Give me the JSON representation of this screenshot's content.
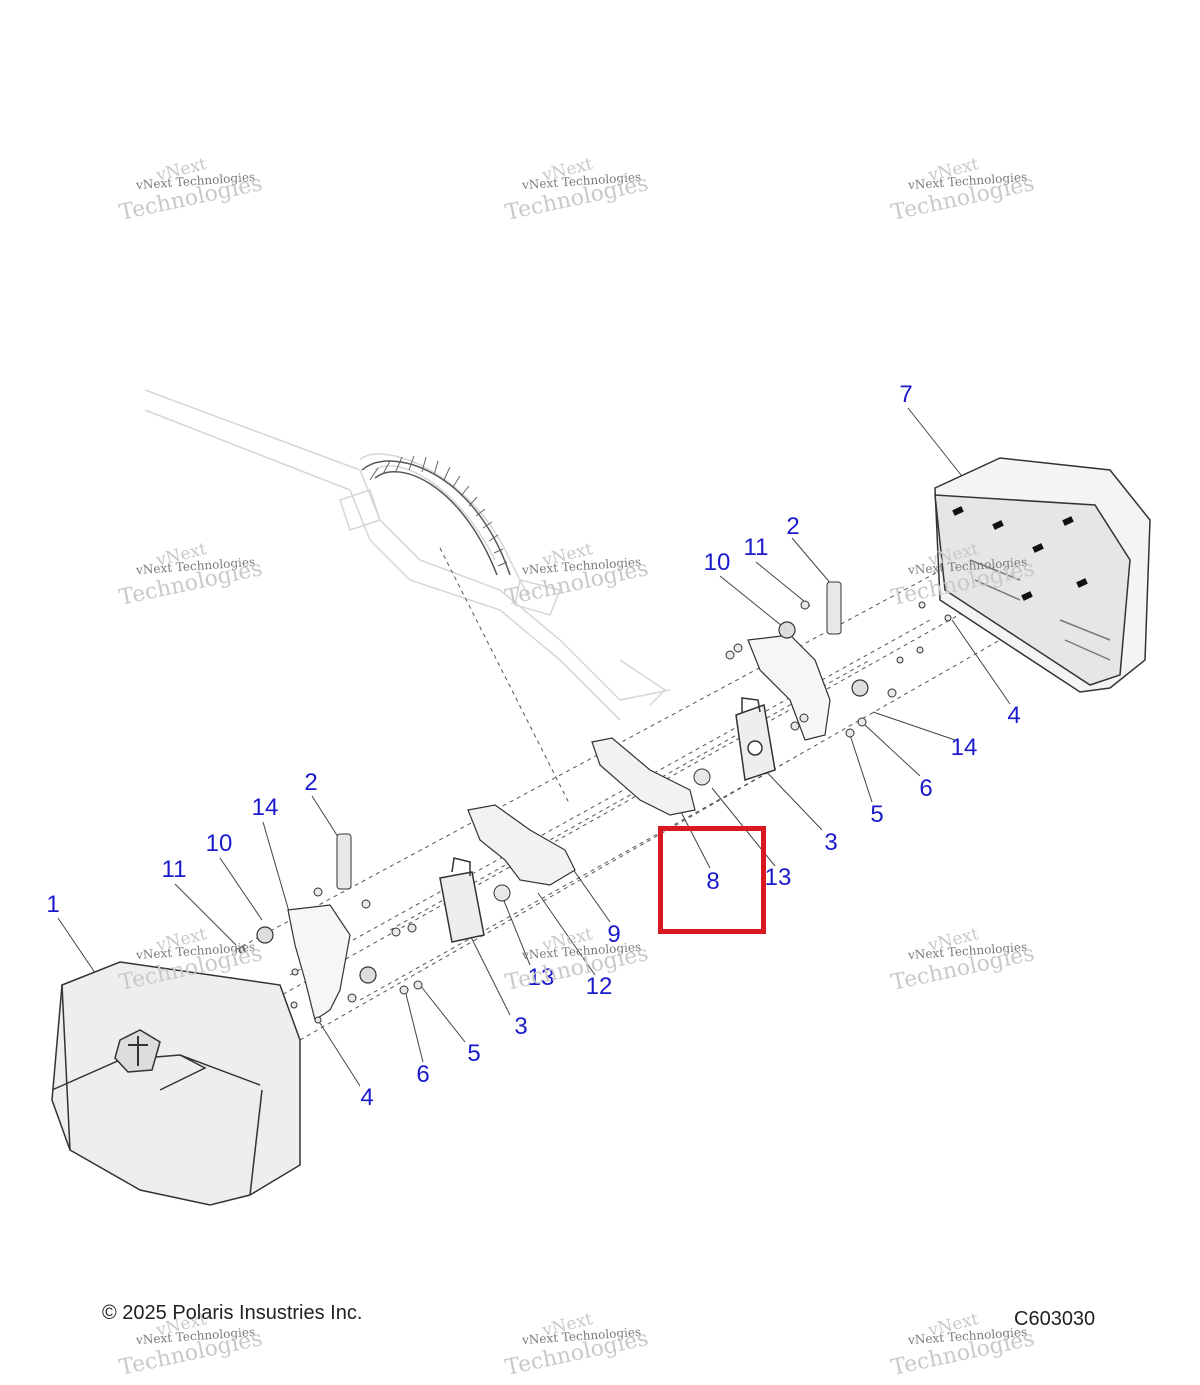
{
  "callouts": [
    {
      "label": "1"
    },
    {
      "label": "2"
    },
    {
      "label": "2"
    },
    {
      "label": "3"
    },
    {
      "label": "3"
    },
    {
      "label": "4"
    },
    {
      "label": "4"
    },
    {
      "label": "5"
    },
    {
      "label": "5"
    },
    {
      "label": "6"
    },
    {
      "label": "6"
    },
    {
      "label": "7"
    },
    {
      "label": "8"
    },
    {
      "label": "9"
    },
    {
      "label": "10"
    },
    {
      "label": "10"
    },
    {
      "label": "11"
    },
    {
      "label": "11"
    },
    {
      "label": "12"
    },
    {
      "label": "13"
    },
    {
      "label": "13"
    },
    {
      "label": "14"
    },
    {
      "label": "14"
    }
  ],
  "watermark": {
    "line1": "vNext",
    "line2": "vNext Technologies",
    "line3": "Technologies"
  },
  "footer": {
    "copyright": "© 2025 Polaris Insustries Inc.",
    "code": "C603030"
  },
  "colors": {
    "callout": "#1a1acc",
    "highlight": "#d9191f",
    "part_fill": "#eeeeee",
    "part_stroke": "#333333"
  }
}
